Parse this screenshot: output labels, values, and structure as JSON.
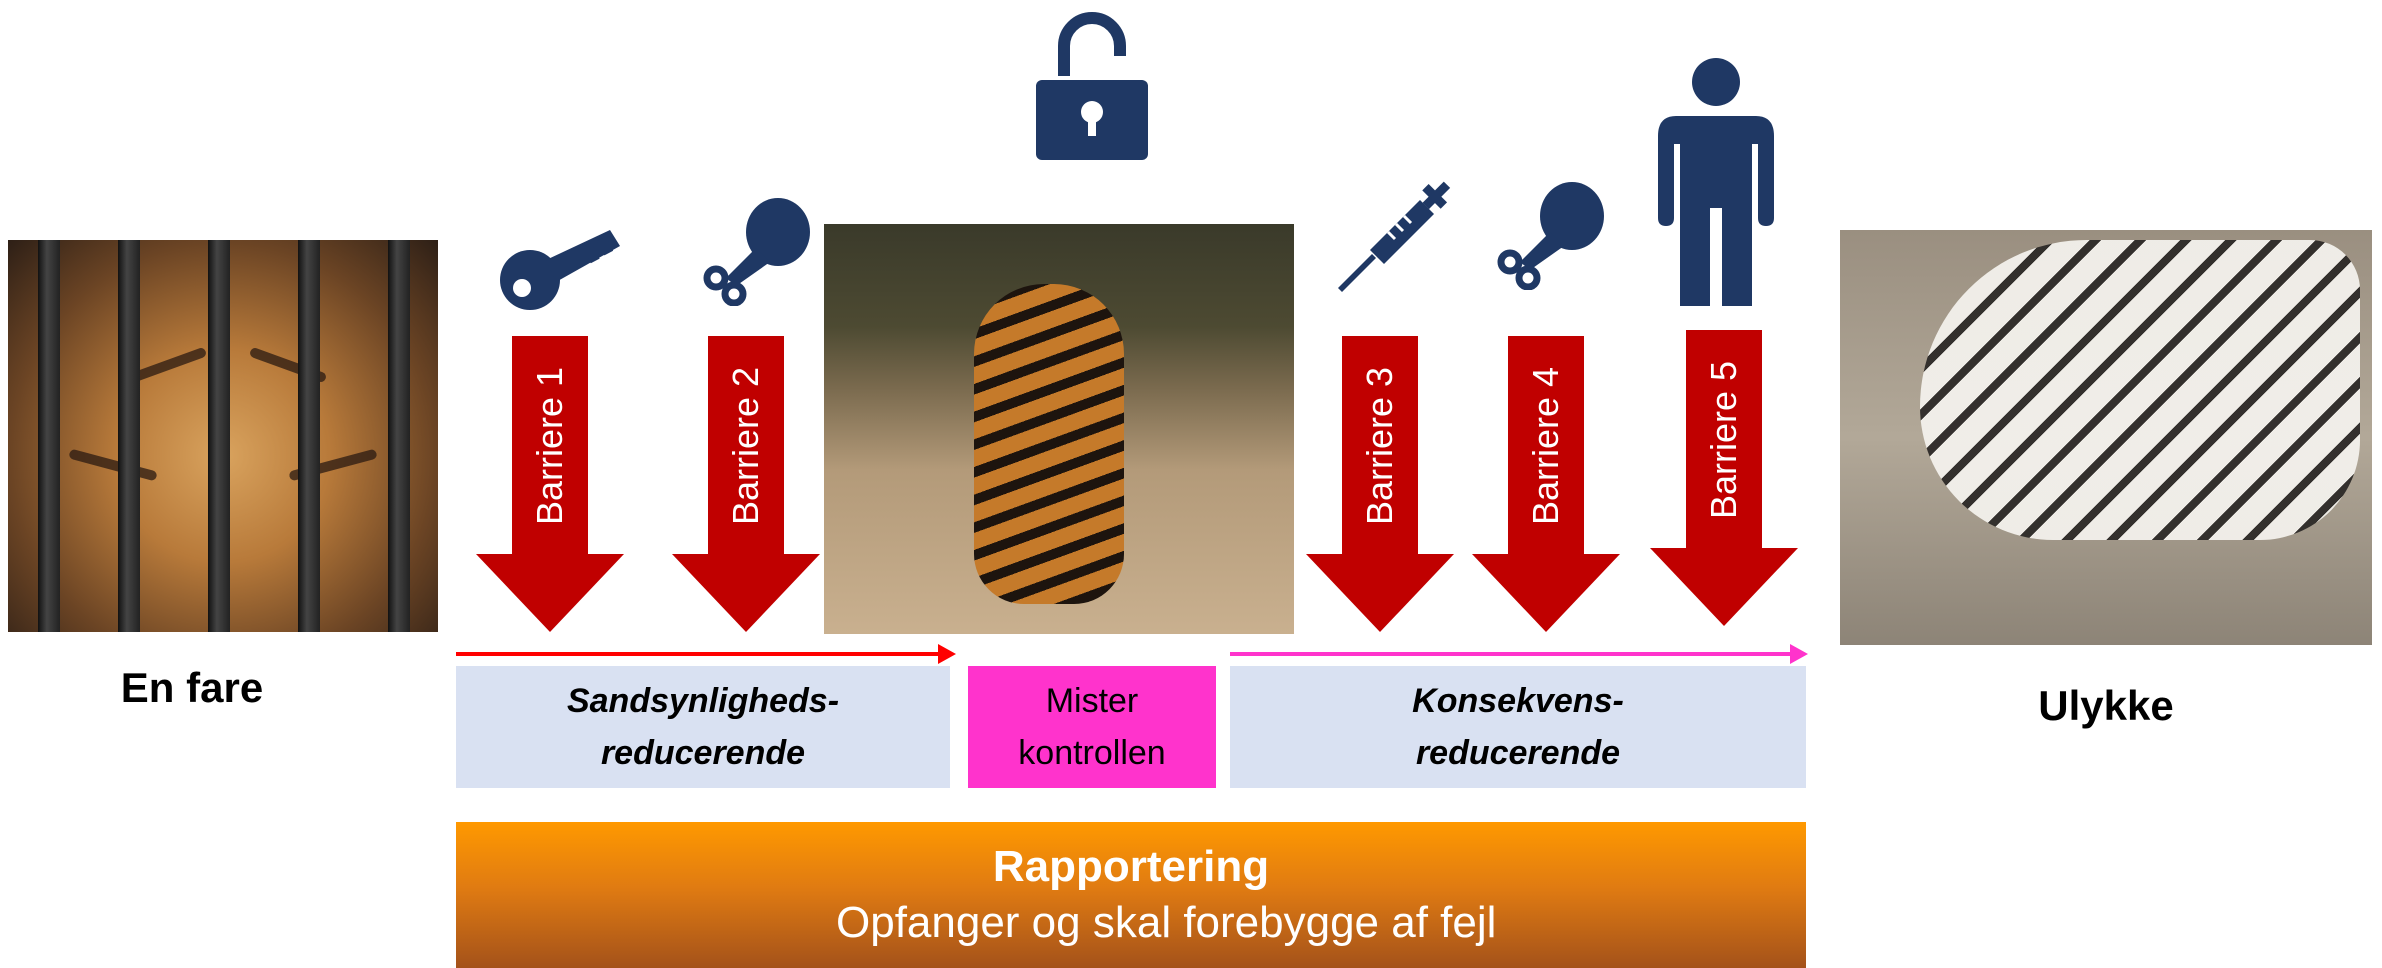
{
  "hazard": {
    "label": "En fare"
  },
  "accident": {
    "label": "Ulykke"
  },
  "barriers": [
    {
      "label": "Barriere 1",
      "icon": "key-icon"
    },
    {
      "label": "Barriere 2",
      "icon": "meat-bone-icon"
    },
    {
      "label": "Barriere 3",
      "icon": "syringe-icon"
    },
    {
      "label": "Barriere 4",
      "icon": "meat-bone-icon"
    },
    {
      "label": "Barriere 5",
      "icon": "person-icon"
    }
  ],
  "top_event": {
    "icon": "unlocked-padlock-icon"
  },
  "phases": {
    "prevention": {
      "line1": "Sandsynligheds-",
      "line2": "reducerende"
    },
    "loss_of_control": {
      "line1": "Mister",
      "line2": "kontrollen"
    },
    "mitigation": {
      "line1": "Konsekvens-",
      "line2": "reducerende"
    }
  },
  "reporting": {
    "title": "Rapportering",
    "subtitle": "Opfanger og skal forebygge af fejl"
  },
  "colors": {
    "barrier_red": "#c00000",
    "icon_navy": "#1f3864",
    "prevention_arrow": "#ff0000",
    "mitigation_arrow": "#ff33cc",
    "phase_box": "#d9e1f2",
    "loss_box": "#ff33cc",
    "reporting_bar": "#ff9900"
  }
}
